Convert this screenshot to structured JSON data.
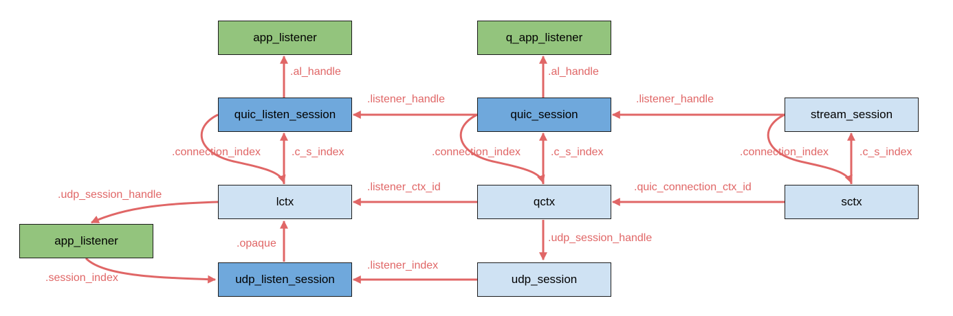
{
  "nodes": {
    "app_listener_top": {
      "label": "app_listener",
      "color": "#93c47d"
    },
    "q_app_listener": {
      "label": "q_app_listener",
      "color": "#93c47d"
    },
    "quic_listen_session": {
      "label": "quic_listen_session",
      "color": "#6fa8dc"
    },
    "quic_session": {
      "label": "quic_session",
      "color": "#6fa8dc"
    },
    "stream_session": {
      "label": "stream_session",
      "color": "#cfe2f3"
    },
    "lctx": {
      "label": "lctx",
      "color": "#cfe2f3"
    },
    "qctx": {
      "label": "qctx",
      "color": "#cfe2f3"
    },
    "sctx": {
      "label": "sctx",
      "color": "#cfe2f3"
    },
    "app_listener_left": {
      "label": "app_listener",
      "color": "#93c47d"
    },
    "udp_listen_session": {
      "label": "udp_listen_session",
      "color": "#6fa8dc"
    },
    "udp_session": {
      "label": "udp_session",
      "color": "#cfe2f3"
    }
  },
  "edges": {
    "al_handle_1": ".al_handle",
    "al_handle_2": ".al_handle",
    "listener_handle_1": ".listener_handle",
    "listener_handle_2": ".listener_handle",
    "connection_index_1": ".connection_index",
    "connection_index_2": ".connection_index",
    "connection_index_3": ".connection_index",
    "c_s_index_1": ".c_s_index",
    "c_s_index_2": ".c_s_index",
    "c_s_index_3": ".c_s_index",
    "udp_session_handle_1": ".udp_session_handle",
    "udp_session_handle_2": ".udp_session_handle",
    "listener_ctx_id": ".listener_ctx_id",
    "quic_connection_ctx_id": ".quic_connection_ctx_id",
    "opaque": ".opaque",
    "session_index": ".session_index",
    "listener_index": ".listener_index"
  },
  "colors": {
    "edge": "#e06666",
    "border": "#1a1a1a"
  }
}
